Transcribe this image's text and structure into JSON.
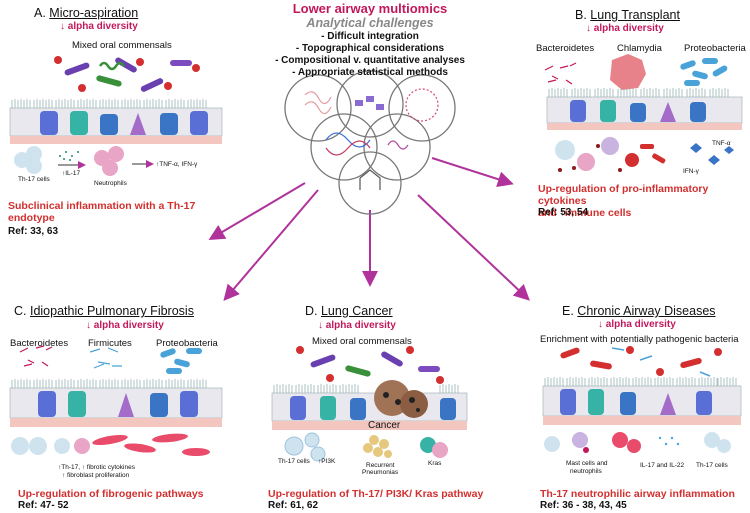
{
  "center": {
    "title": "Lower airway multiomics",
    "subtitle": "Analytical challenges",
    "challenges": [
      "- Difficult integration",
      "- Topographical considerations",
      "- Compositional v. quantitative analyses",
      "- Appropriate statistical methods"
    ]
  },
  "panelA": {
    "letter": "A.",
    "name": "Micro-aspiration",
    "diversity": "↓ alpha diversity",
    "commensals": "Mixed oral commensals",
    "th17": "Th-17 cells",
    "il17": "↑IL-17",
    "neutrophils": "Neutrophils",
    "tnf": "↑TNF-α, IFN-γ",
    "result": "Subclinical inflammation with a Th-17 endotype",
    "ref": "Ref: 33, 63"
  },
  "panelB": {
    "letter": "B.",
    "name": "Lung Transplant",
    "diversity": "↓ alpha diversity",
    "bact1": "Bacteroidetes",
    "bact2": "Chlamydia",
    "bact3": "Proteobacteria",
    "tnf": "TNF-α",
    "ifn": "IFN-γ",
    "result1": "Up-regulation of pro-inflammatory cytokines",
    "result2": "and ↑immune cells",
    "ref": "Ref: 53, 54"
  },
  "panelC": {
    "letter": "C.",
    "name": "Idiopathic Pulmonary Fibrosis",
    "diversity": "↓ alpha diversity",
    "bact1": "Bacteroidetes",
    "bact2": "Firmicutes",
    "bact3": "Proteobacteria",
    "note1": "↑Th-17, ↑ fibrotic cytokines",
    "note2": "↑ fibroblast proliferation",
    "result": "Up-regulation of fibrogenic pathways",
    "ref": "Ref: 47- 52"
  },
  "panelD": {
    "letter": "D.",
    "name": "Lung Cancer",
    "diversity": "↓ alpha diversity",
    "commensals": "Mixed oral commensals",
    "cancer": "Cancer",
    "th17": "Th-17 cells",
    "pi3k": "↑PI3K",
    "pneumonia1": "Recurrent",
    "pneumonia2": "Pneumonias",
    "kras": "Kras",
    "result": "Up-regulation of Th-17/ PI3K/ Kras pathway",
    "ref": "Ref: 61, 62"
  },
  "panelE": {
    "letter": "E.",
    "name": "Chronic Airway Diseases",
    "diversity": "↓ alpha diversity",
    "enrichment": "Enrichment with potentially pathogenic bacteria",
    "mast1": "Mast cells and",
    "mast2": "neutrophils",
    "il": "IL-17 and IL-22",
    "th17": "Th-17 cells",
    "result": "Th-17 neutrophilic airway inflammation",
    "ref": "Ref: 36 - 38, 43, 45"
  },
  "colors": {
    "accent": "#c2185b",
    "result": "#d32f2f",
    "arrow": "#b0339b",
    "epithelium": "#f3c7c0"
  }
}
